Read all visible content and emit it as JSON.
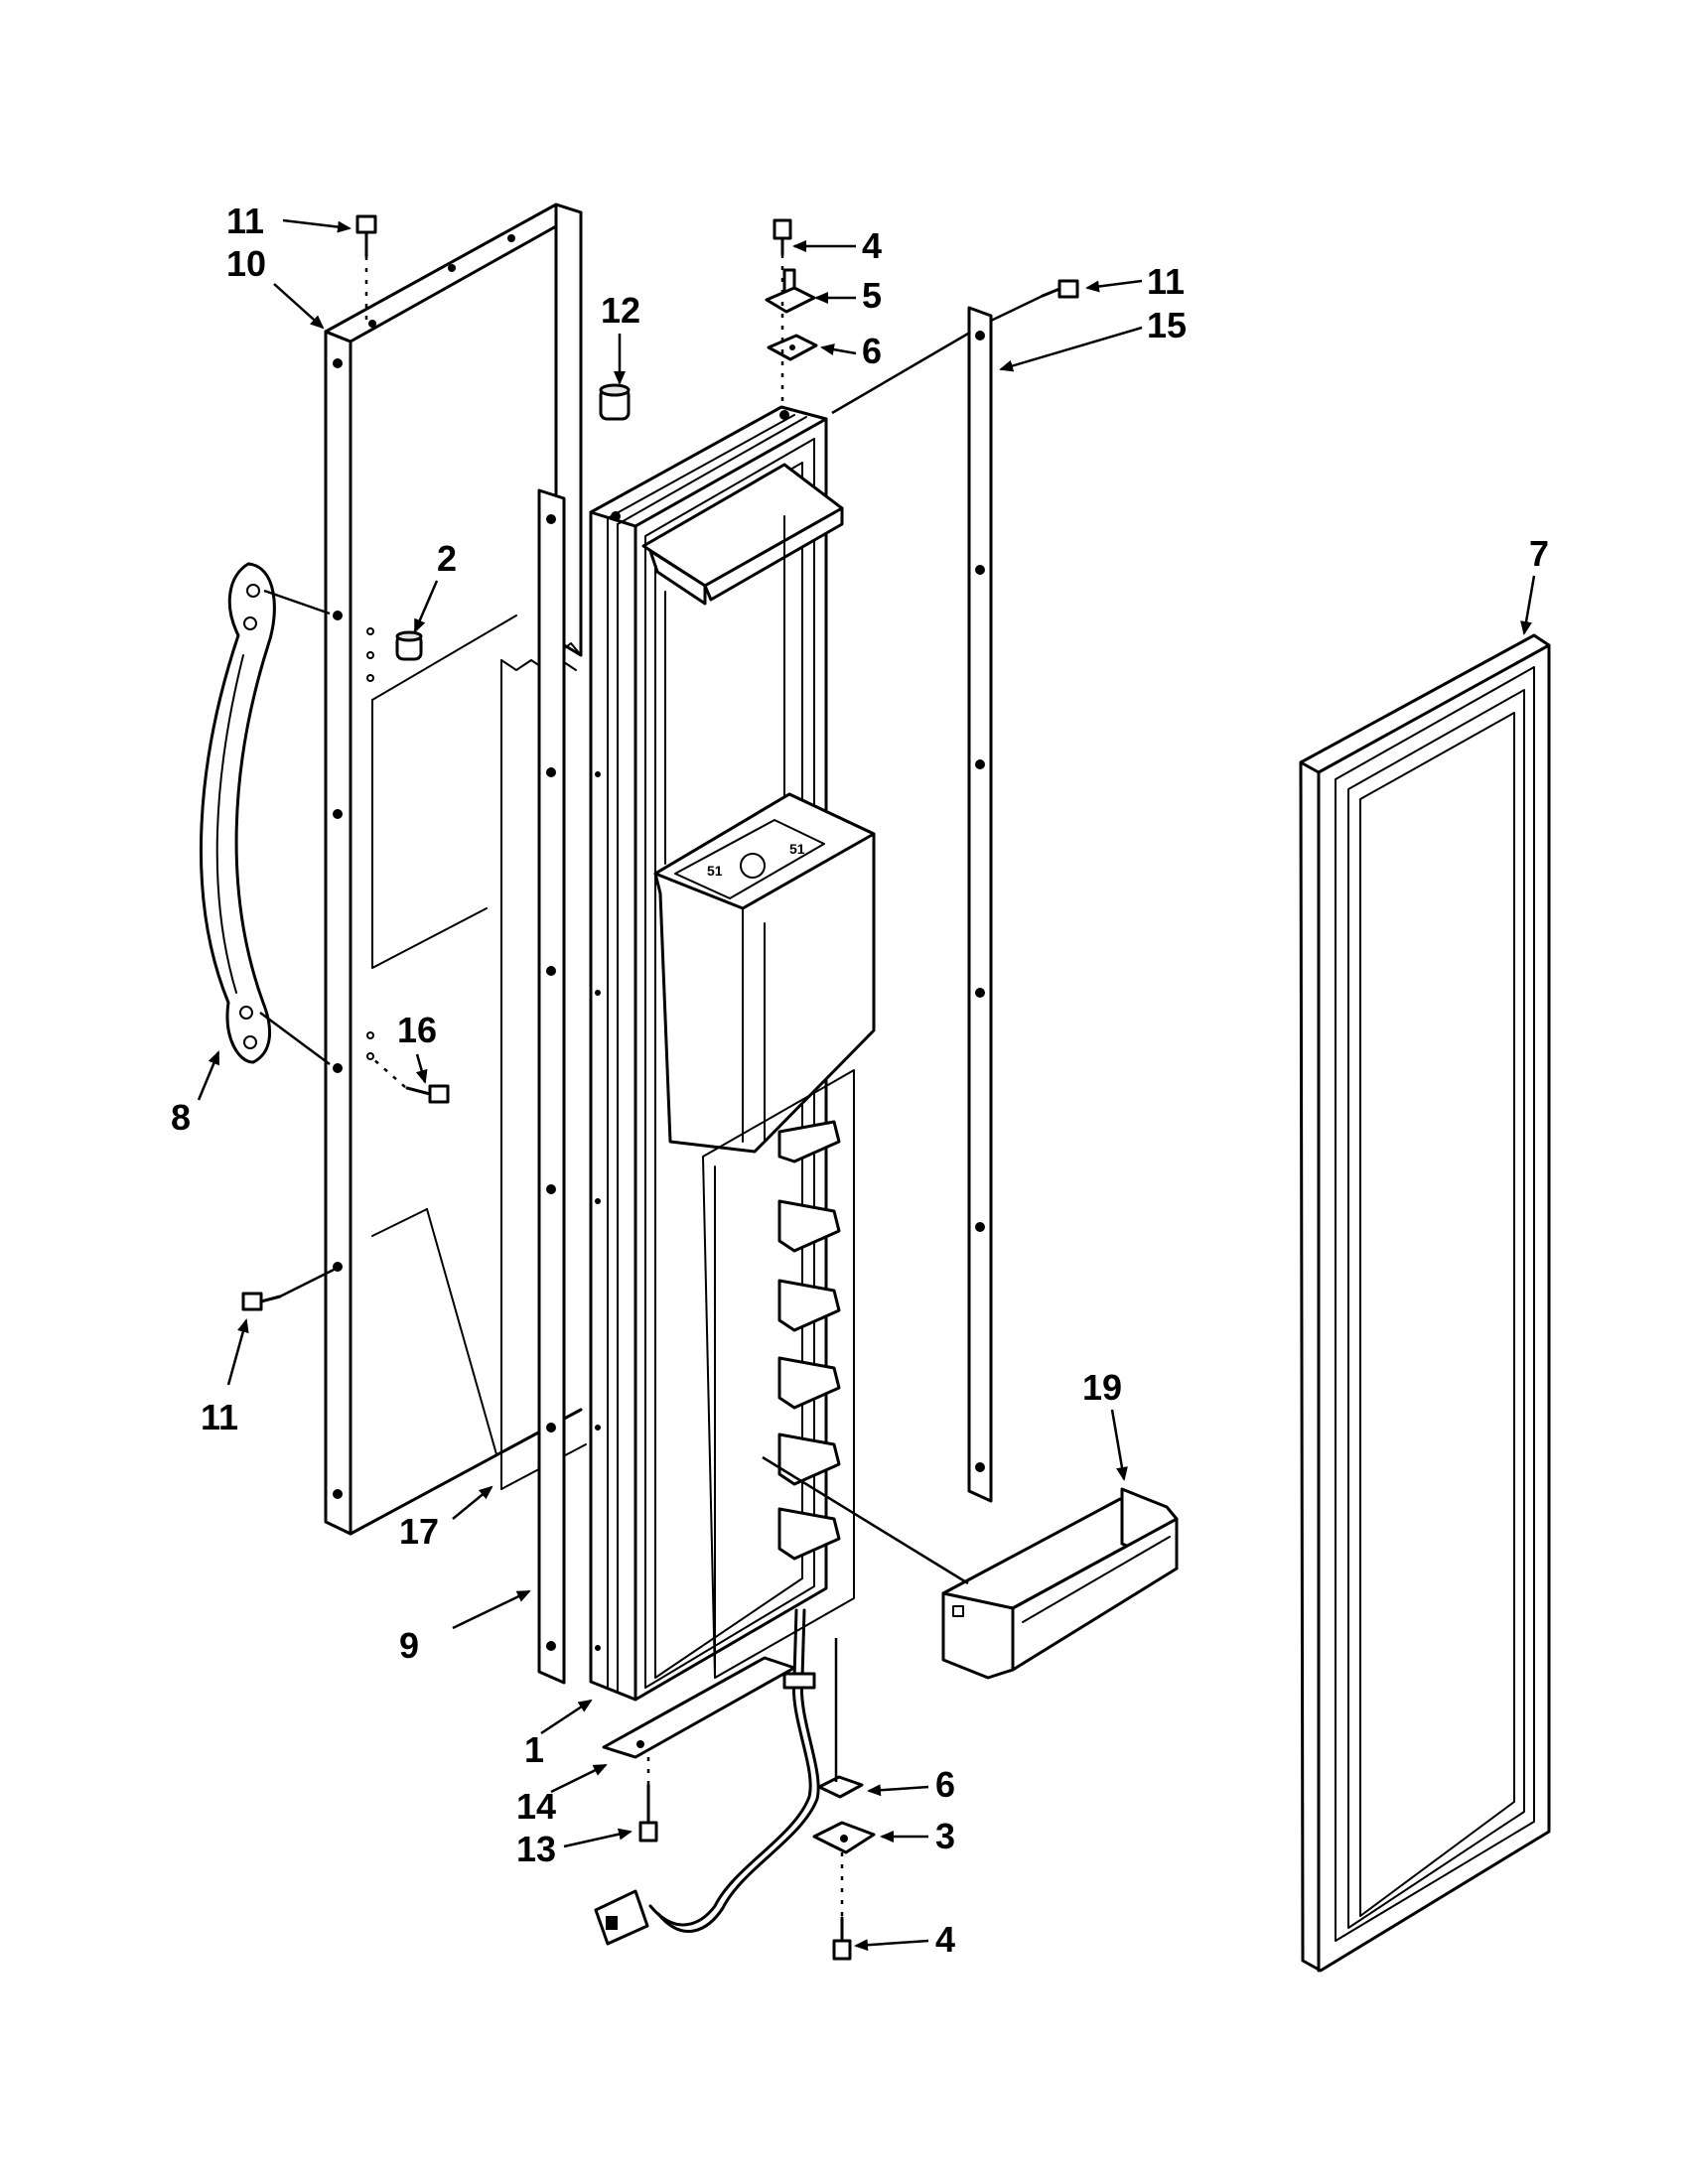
{
  "callouts": {
    "c1": "1",
    "c2": "2",
    "c3": "3",
    "c4_top": "4",
    "c4_bottom": "4",
    "c5": "5",
    "c6_top": "6",
    "c6_bottom": "6",
    "c7": "7",
    "c8": "8",
    "c9": "9",
    "c10": "10",
    "c11_top_left": "11",
    "c11_top_right": "11",
    "c11_left": "11",
    "c12": "12",
    "c13": "13",
    "c14": "14",
    "c15": "15",
    "c16": "16",
    "c17": "17",
    "c19": "19"
  }
}
